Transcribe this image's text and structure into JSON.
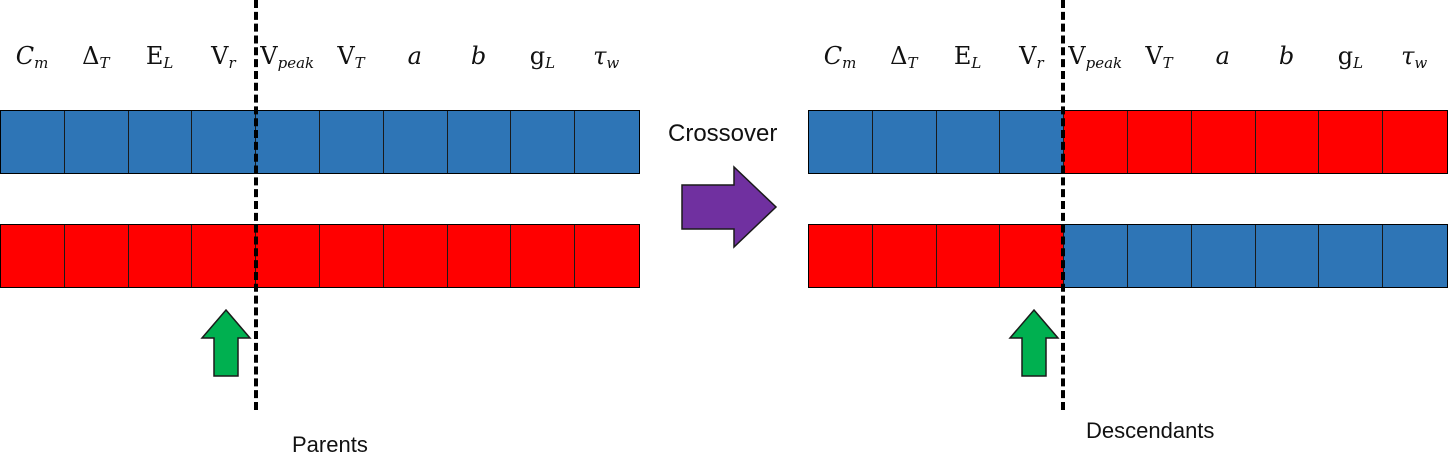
{
  "parameter_labels": [
    {
      "main": "C",
      "sub": "m",
      "italic_main": true,
      "italic_sub": true
    },
    {
      "main": "Δ",
      "sub": "T",
      "italic_main": false,
      "italic_sub": true
    },
    {
      "main": "E",
      "sub": "L",
      "italic_main": false,
      "italic_sub": true
    },
    {
      "main": "V",
      "sub": "r",
      "italic_main": false,
      "italic_sub": true
    },
    {
      "main": "V",
      "sub": "peak",
      "italic_main": false,
      "italic_sub": true
    },
    {
      "main": "V",
      "sub": "T",
      "italic_main": false,
      "italic_sub": true
    },
    {
      "main": "a",
      "sub": "",
      "italic_main": true,
      "italic_sub": false
    },
    {
      "main": "b",
      "sub": "",
      "italic_main": true,
      "italic_sub": false
    },
    {
      "main": "g",
      "sub": "L",
      "italic_main": false,
      "italic_sub": true
    },
    {
      "main": "τ",
      "sub": "w",
      "italic_main": true,
      "italic_sub": true
    }
  ],
  "crossover_point": 4,
  "colors": {
    "blue": "#2E75B6",
    "red": "#FF0000",
    "purple_arrow": "#7030A0",
    "green_arrow": "#00B050",
    "outline": "#1a1a1a"
  },
  "parents": {
    "caption": "Parents",
    "rows": [
      [
        "blue",
        "blue",
        "blue",
        "blue",
        "blue",
        "blue",
        "blue",
        "blue",
        "blue",
        "blue"
      ],
      [
        "red",
        "red",
        "red",
        "red",
        "red",
        "red",
        "red",
        "red",
        "red",
        "red"
      ]
    ]
  },
  "descendants": {
    "caption": "Descendants",
    "rows": [
      [
        "blue",
        "blue",
        "blue",
        "blue",
        "red",
        "red",
        "red",
        "red",
        "red",
        "red"
      ],
      [
        "red",
        "red",
        "red",
        "red",
        "blue",
        "blue",
        "blue",
        "blue",
        "blue",
        "blue"
      ]
    ]
  },
  "operation": {
    "label": "Crossover",
    "arrow_icon": "right-arrow-icon",
    "cut_marker_icon": "up-arrow-icon"
  }
}
